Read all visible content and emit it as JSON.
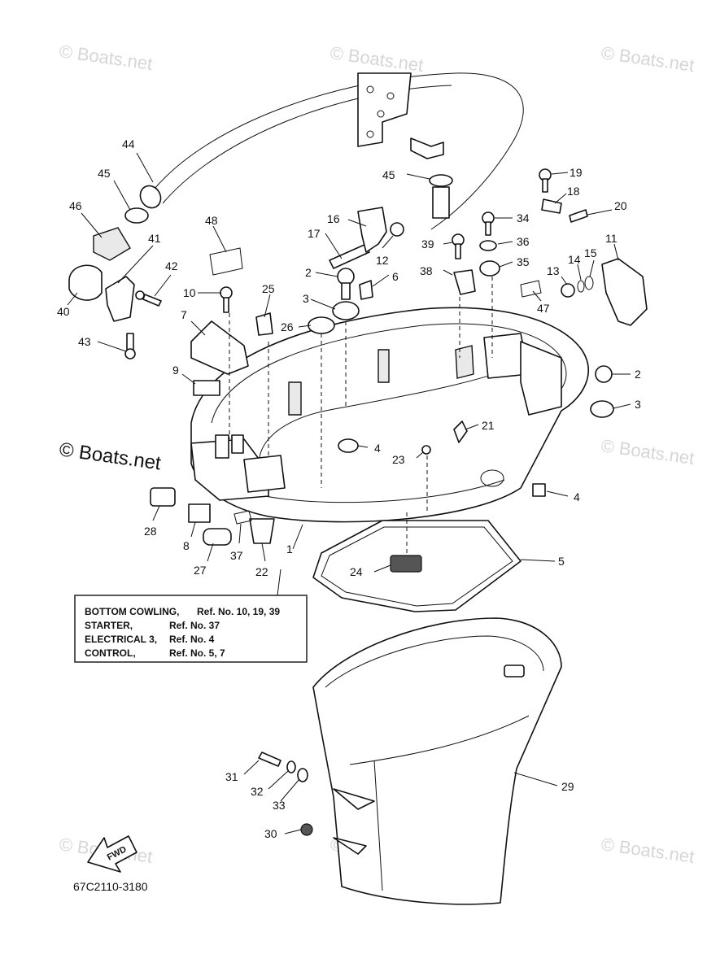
{
  "watermarks": {
    "small_text": "© Boats.net",
    "large_text": "© Boats.net"
  },
  "legend": {
    "rows": [
      {
        "label": "BOTTOM COWLING,",
        "ref": "Ref. No. 10, 19, 39"
      },
      {
        "label": "STARTER,",
        "ref": "Ref. No. 37"
      },
      {
        "label": "ELECTRICAL 3,",
        "ref": "Ref. No. 4"
      },
      {
        "label": "CONTROL,",
        "ref": "Ref. No. 5, 7"
      }
    ]
  },
  "fwd_label": "FWD",
  "diagram_code": "67C2110-3180",
  "callouts": {
    "c1": "1",
    "c2a": "2",
    "c2b": "2",
    "c3a": "3",
    "c3b": "3",
    "c4a": "4",
    "c4b": "4",
    "c5": "5",
    "c6": "6",
    "c7": "7",
    "c8": "8",
    "c9": "9",
    "c10": "10",
    "c11": "11",
    "c12": "12",
    "c13": "13",
    "c14": "14",
    "c15": "15",
    "c16": "16",
    "c17": "17",
    "c18": "18",
    "c19": "19",
    "c20": "20",
    "c21": "21",
    "c22": "22",
    "c23": "23",
    "c24": "24",
    "c25": "25",
    "c26": "26",
    "c27": "27",
    "c28": "28",
    "c29": "29",
    "c30": "30",
    "c31": "31",
    "c32": "32",
    "c33": "33",
    "c34": "34",
    "c35": "35",
    "c36": "36",
    "c37": "37",
    "c38": "38",
    "c39": "39",
    "c40": "40",
    "c41": "41",
    "c42": "42",
    "c43": "43",
    "c44": "44",
    "c45a": "45",
    "c45b": "45",
    "c46": "46",
    "c47": "47",
    "c48": "48"
  }
}
